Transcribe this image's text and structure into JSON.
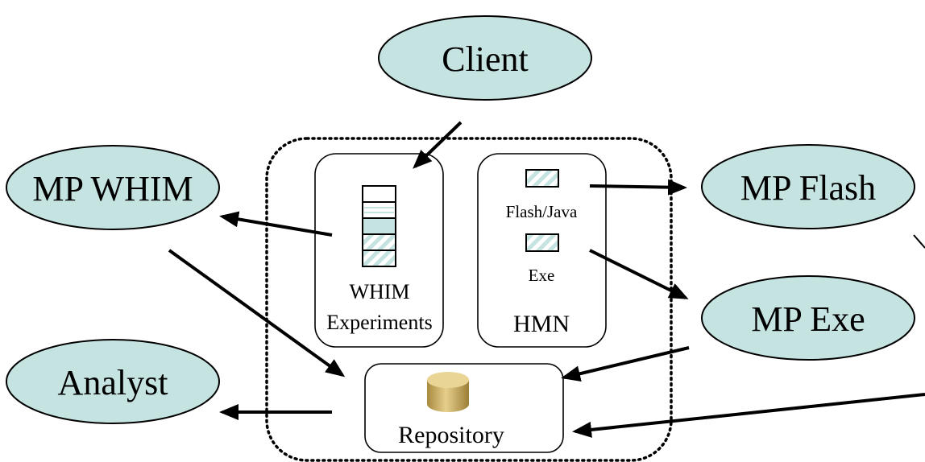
{
  "nodes": {
    "client": "Client",
    "mp_whim": "MP WHIM",
    "analyst": "Analyst",
    "mp_flash": "MP Flash",
    "mp_exe": "MP Exe"
  },
  "system": {
    "whim_box": {
      "line1": "WHIM",
      "line2": "Experiments"
    },
    "hmn_box": {
      "flash_java": "Flash/Java",
      "exe": "Exe",
      "label": "HMN"
    },
    "repository": "Repository"
  },
  "colors": {
    "node_fill": "#c5e3e1",
    "stroke": "#000000",
    "cylinder": "#d9bd72"
  }
}
